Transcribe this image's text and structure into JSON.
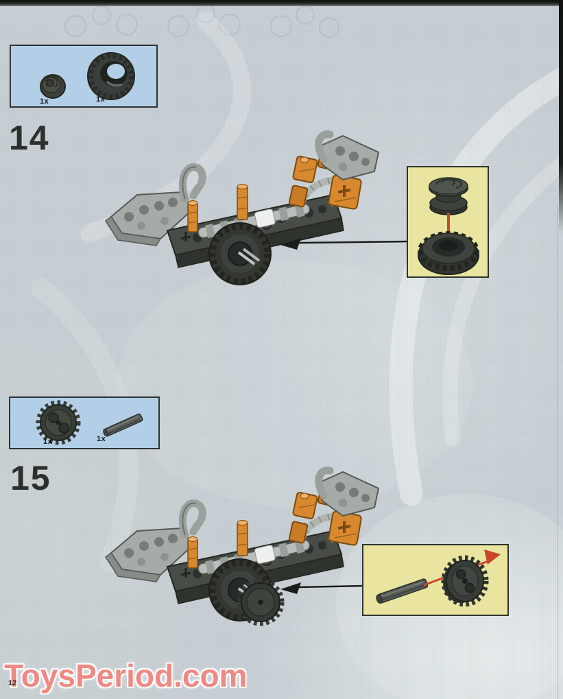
{
  "page": {
    "number": "12",
    "watermark": "ToysPeriod.com"
  },
  "colors": {
    "background": "#c6ced3",
    "parts_box_bg": "#b3cfe8",
    "callout_bg": "#e9e5a0",
    "box_border": "#2f332f",
    "step_number": "#2d312d",
    "watermark": "#ee8a83",
    "black_arrow": "#1a1d1a",
    "red_arrow": "#c8452c",
    "orange_part": "#d8882f",
    "gray_part": "#a6aba8",
    "dark_part": "#3a3f3b"
  },
  "steps": [
    {
      "number": "14",
      "parts": [
        {
          "name": "wheel-hub",
          "qty": "1x"
        },
        {
          "name": "tire",
          "qty": "1x"
        }
      ],
      "callout": {
        "parts": [
          "wheel-hub",
          "tire"
        ],
        "arrow_direction": "down"
      }
    },
    {
      "number": "15",
      "parts": [
        {
          "name": "gear-wheel",
          "qty": "1x"
        },
        {
          "name": "axle",
          "qty": "1x"
        }
      ],
      "callout": {
        "parts": [
          "axle",
          "gear-wheel"
        ],
        "arrow_direction": "up-right"
      }
    }
  ]
}
